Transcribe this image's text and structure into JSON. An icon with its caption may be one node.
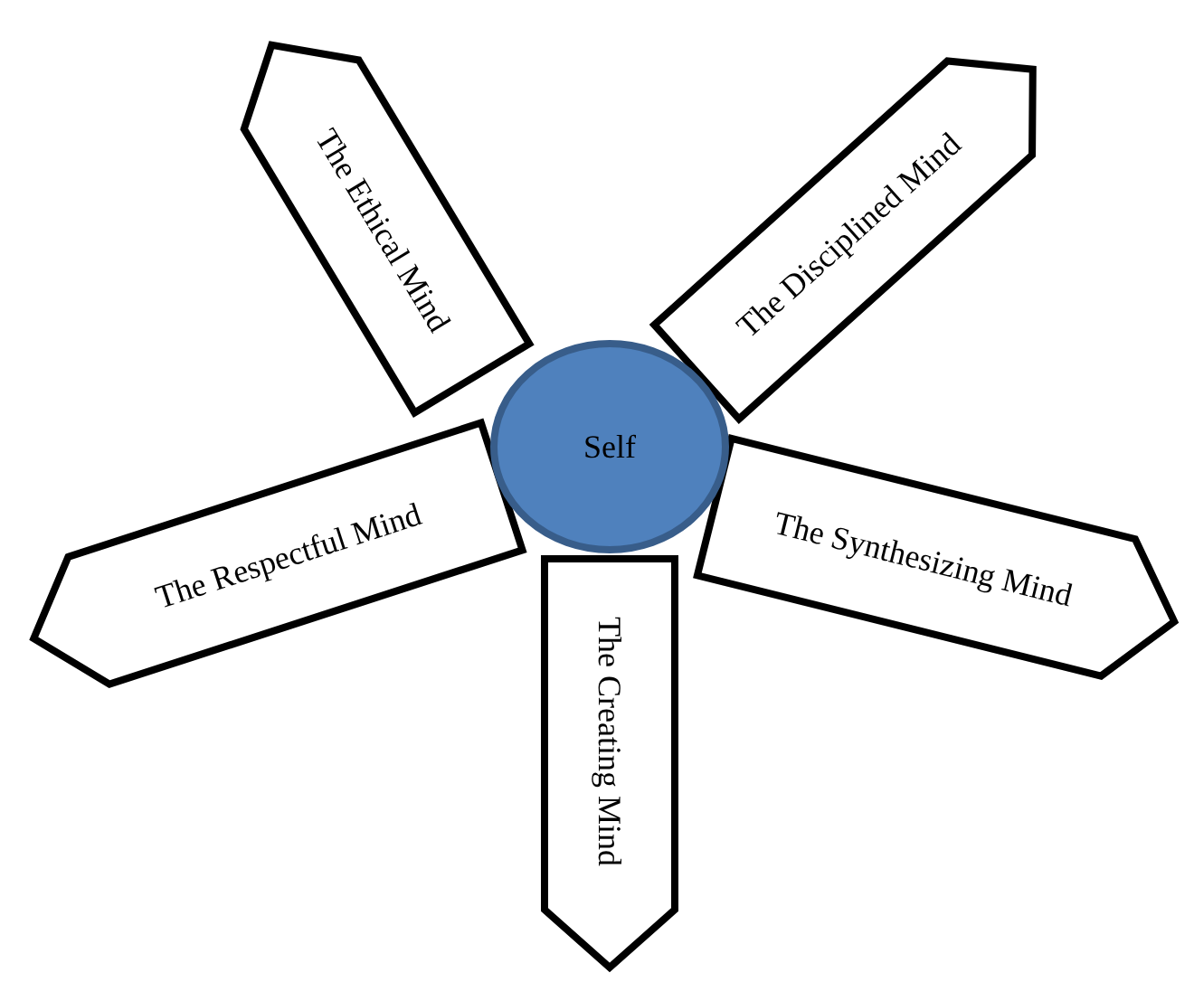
{
  "diagram": {
    "nodes": [
      {
        "text": [
          "The Ethical Mind"
        ]
      },
      {
        "text": [
          "The Disciplined Mind"
        ]
      },
      {
        "text": [
          "Self"
        ]
      },
      {
        "text": [
          "The Respectful Mind"
        ]
      },
      {
        "text": [
          "The Synthesizing Mind"
        ]
      },
      {
        "text": [
          "The Creating Mind"
        ]
      }
    ]
  }
}
